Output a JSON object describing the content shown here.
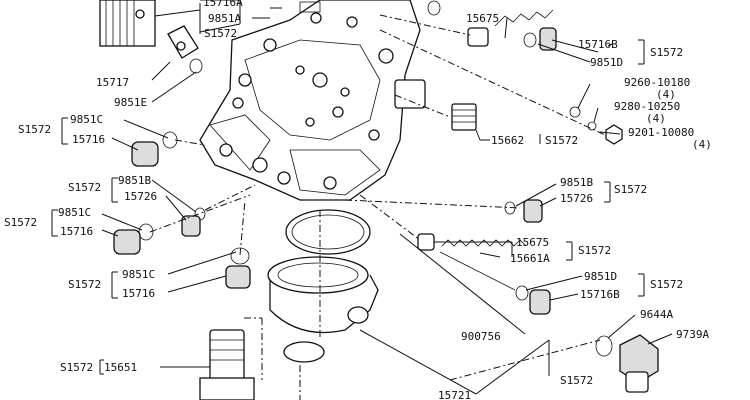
{
  "labels": {
    "l1": "15716A",
    "l2": "9851A",
    "l3": "S1572",
    "l4": "15675",
    "l5": "15716B",
    "l6": "S1572",
    "l7": "9851D",
    "l8": "15717",
    "l9": "9851E",
    "l10": "9260-10180",
    "l11": "(4)",
    "l12": "9280-10250",
    "l13": "(4)",
    "l14": "9201-10080",
    "l15": "(4)",
    "l16": "9851C",
    "l17": "S1572",
    "l18": "15716",
    "l19": "15662",
    "l20": "S1572",
    "l21": "9851B",
    "l22": "S1572",
    "l23": "15726",
    "l24": "9851B",
    "l25": "S1572",
    "l26": "15726",
    "l27": "9851C",
    "l28": "S1572",
    "l29": "15716",
    "l30": "15675",
    "l31": "S1572",
    "l32": "15661A",
    "l33": "9851C",
    "l34": "S1572",
    "l35": "15716",
    "l36": "9851D",
    "l37": "S1572",
    "l38": "15716B",
    "l39": "9644A",
    "l40": "9739A",
    "l41": "900756",
    "l42": "S1572",
    "l43": "15651",
    "l44": "15721",
    "l45": "S1572"
  }
}
